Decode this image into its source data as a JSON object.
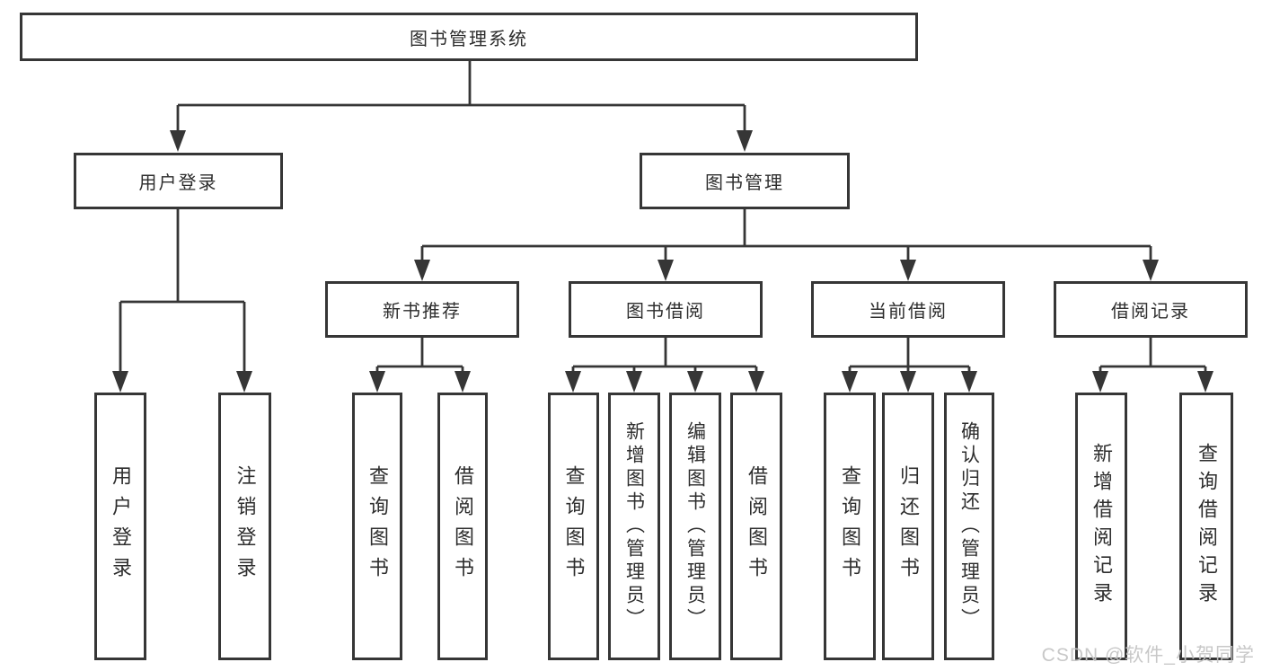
{
  "diagram_title": "图书管理系统",
  "watermark": "CSDN @软件_小贺同学",
  "colors": {
    "line": "#363636",
    "box_border": "#363636",
    "text": "#2d2d2d",
    "watermark": "#c5c5c5",
    "background": "#ffffff"
  },
  "labels": {
    "root": "图书管理系统",
    "user_login": "用户登录",
    "book_management": "图书管理",
    "login": "用户登录",
    "logout": "注销登录",
    "new_book_recommend": "新书推荐",
    "book_borrow": "图书借阅",
    "current_borrow": "当前借阅",
    "borrow_record": "借阅记录",
    "nbr_query_book": "查询图书",
    "nbr_borrow_book": "借阅图书",
    "bb_query_book": "查询图书",
    "bb_add_book": "新增图书（管理员）",
    "bb_edit_book": "编辑图书（管理员）",
    "bb_borrow_book": "借阅图书",
    "cb_query_book": "查询图书",
    "cb_return_book": "归还图书",
    "cb_confirm_return": "确认归还（管理员）",
    "br_add_record": "新增借阅记录",
    "br_query_record": "查询借阅记录"
  },
  "hierarchy": {
    "图书管理系统": {
      "用户登录": [
        "用户登录",
        "注销登录"
      ],
      "图书管理": {
        "新书推荐": [
          "查询图书",
          "借阅图书"
        ],
        "图书借阅": [
          "查询图书",
          "新增图书（管理员）",
          "编辑图书（管理员）",
          "借阅图书"
        ],
        "当前借阅": [
          "查询图书",
          "归还图书",
          "确认归还（管理员）"
        ],
        "借阅记录": [
          "新增借阅记录",
          "查询借阅记录"
        ]
      }
    }
  }
}
